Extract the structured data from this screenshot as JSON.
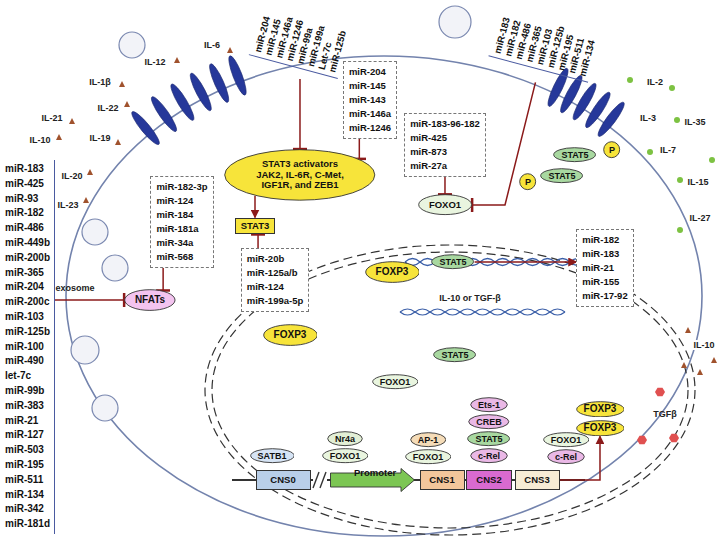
{
  "diagram": {
    "nodes": [
      {
        "text": [
          "miR-183",
          "miR-425",
          "miR-93",
          "miR-182",
          "miR-486",
          "miR-449b",
          "miR-200b",
          "miR-365",
          "miR-204",
          "miR-200c",
          "miR-103",
          "miR-125b",
          "miR-100",
          "miR-490",
          "let-7c",
          "miR-99b",
          "miR-383",
          "miR-21",
          "miR-127",
          "miR-503",
          "miR-195",
          "miR-511",
          "miR-134",
          "miR-342",
          "miR-181d"
        ]
      },
      {
        "text": [
          "miR-204",
          "miR-145",
          "miR-146a",
          "miR-1246",
          "miR-99a",
          "miR-199a",
          "Let-7c",
          "miR-125b"
        ]
      },
      {
        "text": [
          "miR-204",
          "miR-145",
          "miR-143",
          "miR-146a",
          "miR-1246"
        ]
      },
      {
        "text": [
          "STAT3 activators",
          "JAK2, IL-6R, C-Met, IGF1R, and ZEB1"
        ]
      },
      {
        "text": [
          "miR-183",
          "miR-182",
          "miR-486",
          "miR-365",
          "miR-103",
          "miR-125b",
          "miR-195",
          "miR-511",
          "miR-134"
        ]
      },
      {
        "text": [
          "miR-183-96-182",
          "miR-425",
          "miR-873",
          "miR-27a"
        ]
      },
      {
        "text": [
          "FOXO1"
        ]
      },
      {
        "text": [
          "STAT5"
        ]
      },
      {
        "text": [
          "STAT5"
        ]
      },
      {
        "text": [
          "P"
        ]
      },
      {
        "text": [
          "P"
        ]
      },
      {
        "text": [
          "miR-182-3p",
          "miR-124",
          "miR-184",
          "miR-181a",
          "miR-34a",
          "miR-568"
        ]
      },
      {
        "text": [
          "STAT3"
        ]
      },
      {
        "text": [
          "miR-20b",
          "miR-125a/b",
          "miR-124",
          "miR-199a-5p"
        ]
      },
      {
        "text": [
          "NFATs"
        ]
      },
      {
        "text": [
          "STAT5"
        ]
      },
      {
        "text": [
          "miR-182",
          "miR-183",
          "miR-21",
          "miR-155",
          "miR-17-92"
        ]
      },
      {
        "text": [
          "FOXP3"
        ]
      },
      {
        "text": [
          "FOXP3"
        ]
      },
      {
        "text": [
          "STAT5"
        ]
      },
      {
        "text": [
          "FOXO1"
        ]
      },
      {
        "text": [
          "Ets-1"
        ]
      },
      {
        "text": [
          "CREB"
        ]
      },
      {
        "text": [
          "STAT5"
        ]
      },
      {
        "text": [
          "c-Rel"
        ]
      },
      {
        "text": [
          "Nr4a"
        ]
      },
      {
        "text": [
          "FOXO1"
        ]
      },
      {
        "text": [
          "AP-1"
        ]
      },
      {
        "text": [
          "FOXO1"
        ]
      },
      {
        "text": [
          "FOXO1"
        ]
      },
      {
        "text": [
          "c-Rel"
        ]
      },
      {
        "text": [
          "SATB1"
        ]
      },
      {
        "text": [
          "CNS0"
        ]
      },
      {
        "text": [
          "Promoter"
        ]
      },
      {
        "text": [
          "CNS1"
        ]
      },
      {
        "text": [
          "CNS2"
        ]
      },
      {
        "text": [
          "CNS3"
        ]
      },
      {
        "text": [
          "FOXP3"
        ]
      },
      {
        "text": [
          "FOXP3"
        ]
      }
    ],
    "edges": [
      {
        "from": 1,
        "to": 3,
        "arrow": "to"
      },
      {
        "from": 2,
        "to": 3,
        "arrow": "to"
      },
      {
        "from": 3,
        "to": 12,
        "arrow": "to"
      },
      {
        "from": 13,
        "to": 12,
        "arrow": "to"
      },
      {
        "from": 11,
        "to": 14,
        "arrow": "to"
      },
      {
        "from": 0,
        "to": 14,
        "arrow": "to"
      },
      {
        "from": 4,
        "to": 6,
        "arrow": "to"
      },
      {
        "from": 5,
        "to": 6,
        "arrow": "to"
      },
      {
        "from": 15,
        "to": 16,
        "arrow": "to"
      },
      {
        "from": 36,
        "to": 38,
        "arrow": "to"
      }
    ],
    "labels": [
      "IL-1β",
      "IL-12",
      "IL-6",
      "IL-21",
      "IL-22",
      "IL-19",
      "IL-10",
      "IL-20",
      "IL-23",
      "IL-2",
      "IL-3",
      "IL-35",
      "IL-7",
      "IL-15",
      "IL-27",
      "exosome",
      "IL-10 or TGF-β",
      "IL-10",
      "TGFβ"
    ]
  }
}
